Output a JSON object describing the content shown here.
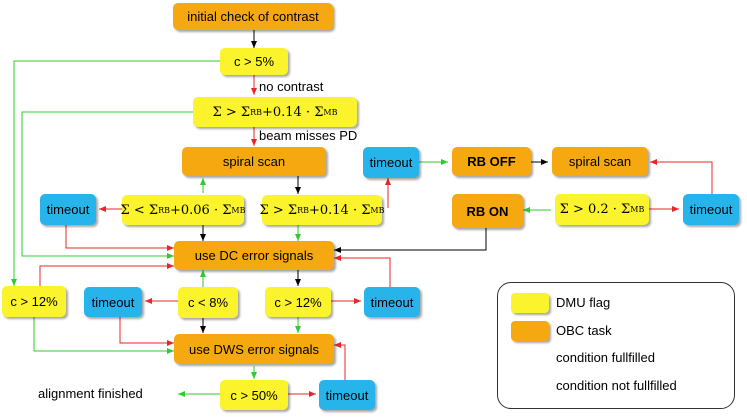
{
  "nodes": {
    "initial": "initial check of contrast",
    "c5": "c > 5%",
    "spiral_left": "spiral scan",
    "timeout_top": "timeout",
    "rb_off": "RB OFF",
    "spiral_right": "spiral scan",
    "timeout_left": "timeout",
    "rb_on": "RB ON",
    "timeout_right": "timeout",
    "dc": "use DC error signals",
    "c12_left": "c > 12%",
    "timeout_mid_left": "timeout",
    "c8": "c < 8%",
    "c12_mid": "c > 12%",
    "timeout_mid_right": "timeout",
    "dws": "use DWS error signals",
    "c50": "c > 50%",
    "timeout_bottom": "timeout"
  },
  "math": {
    "sum1": {
      "a": "Σ > Σ",
      "sub1": "RB",
      "b": "+0.14 · Σ",
      "sub2": "MB"
    },
    "sum_lt": {
      "a": "Σ < Σ",
      "sub1": "RB",
      "b": "+0.06 · Σ",
      "sub2": "MB"
    },
    "sum_gt": {
      "a": "Σ > Σ",
      "sub1": "RB",
      "b": "+0.14 · Σ",
      "sub2": "MB"
    },
    "sum_02": {
      "a": "Σ > 0.2 · Σ",
      "sub": "MB"
    }
  },
  "labels": {
    "no_contrast": "no contrast",
    "beam_misses": "beam misses PD",
    "alignment_finished": "alignment finished"
  },
  "legend": {
    "dmu": "DMU flag",
    "obc": "OBC task",
    "green": "condition fullfilled",
    "red": "condition not fullfilled"
  },
  "colors": {
    "obc": "#f5a80f",
    "dmu": "#fbf32b",
    "timeout": "#27b4ea",
    "green": "#2ecc2e",
    "red": "#e8262a",
    "black": "#000000"
  }
}
